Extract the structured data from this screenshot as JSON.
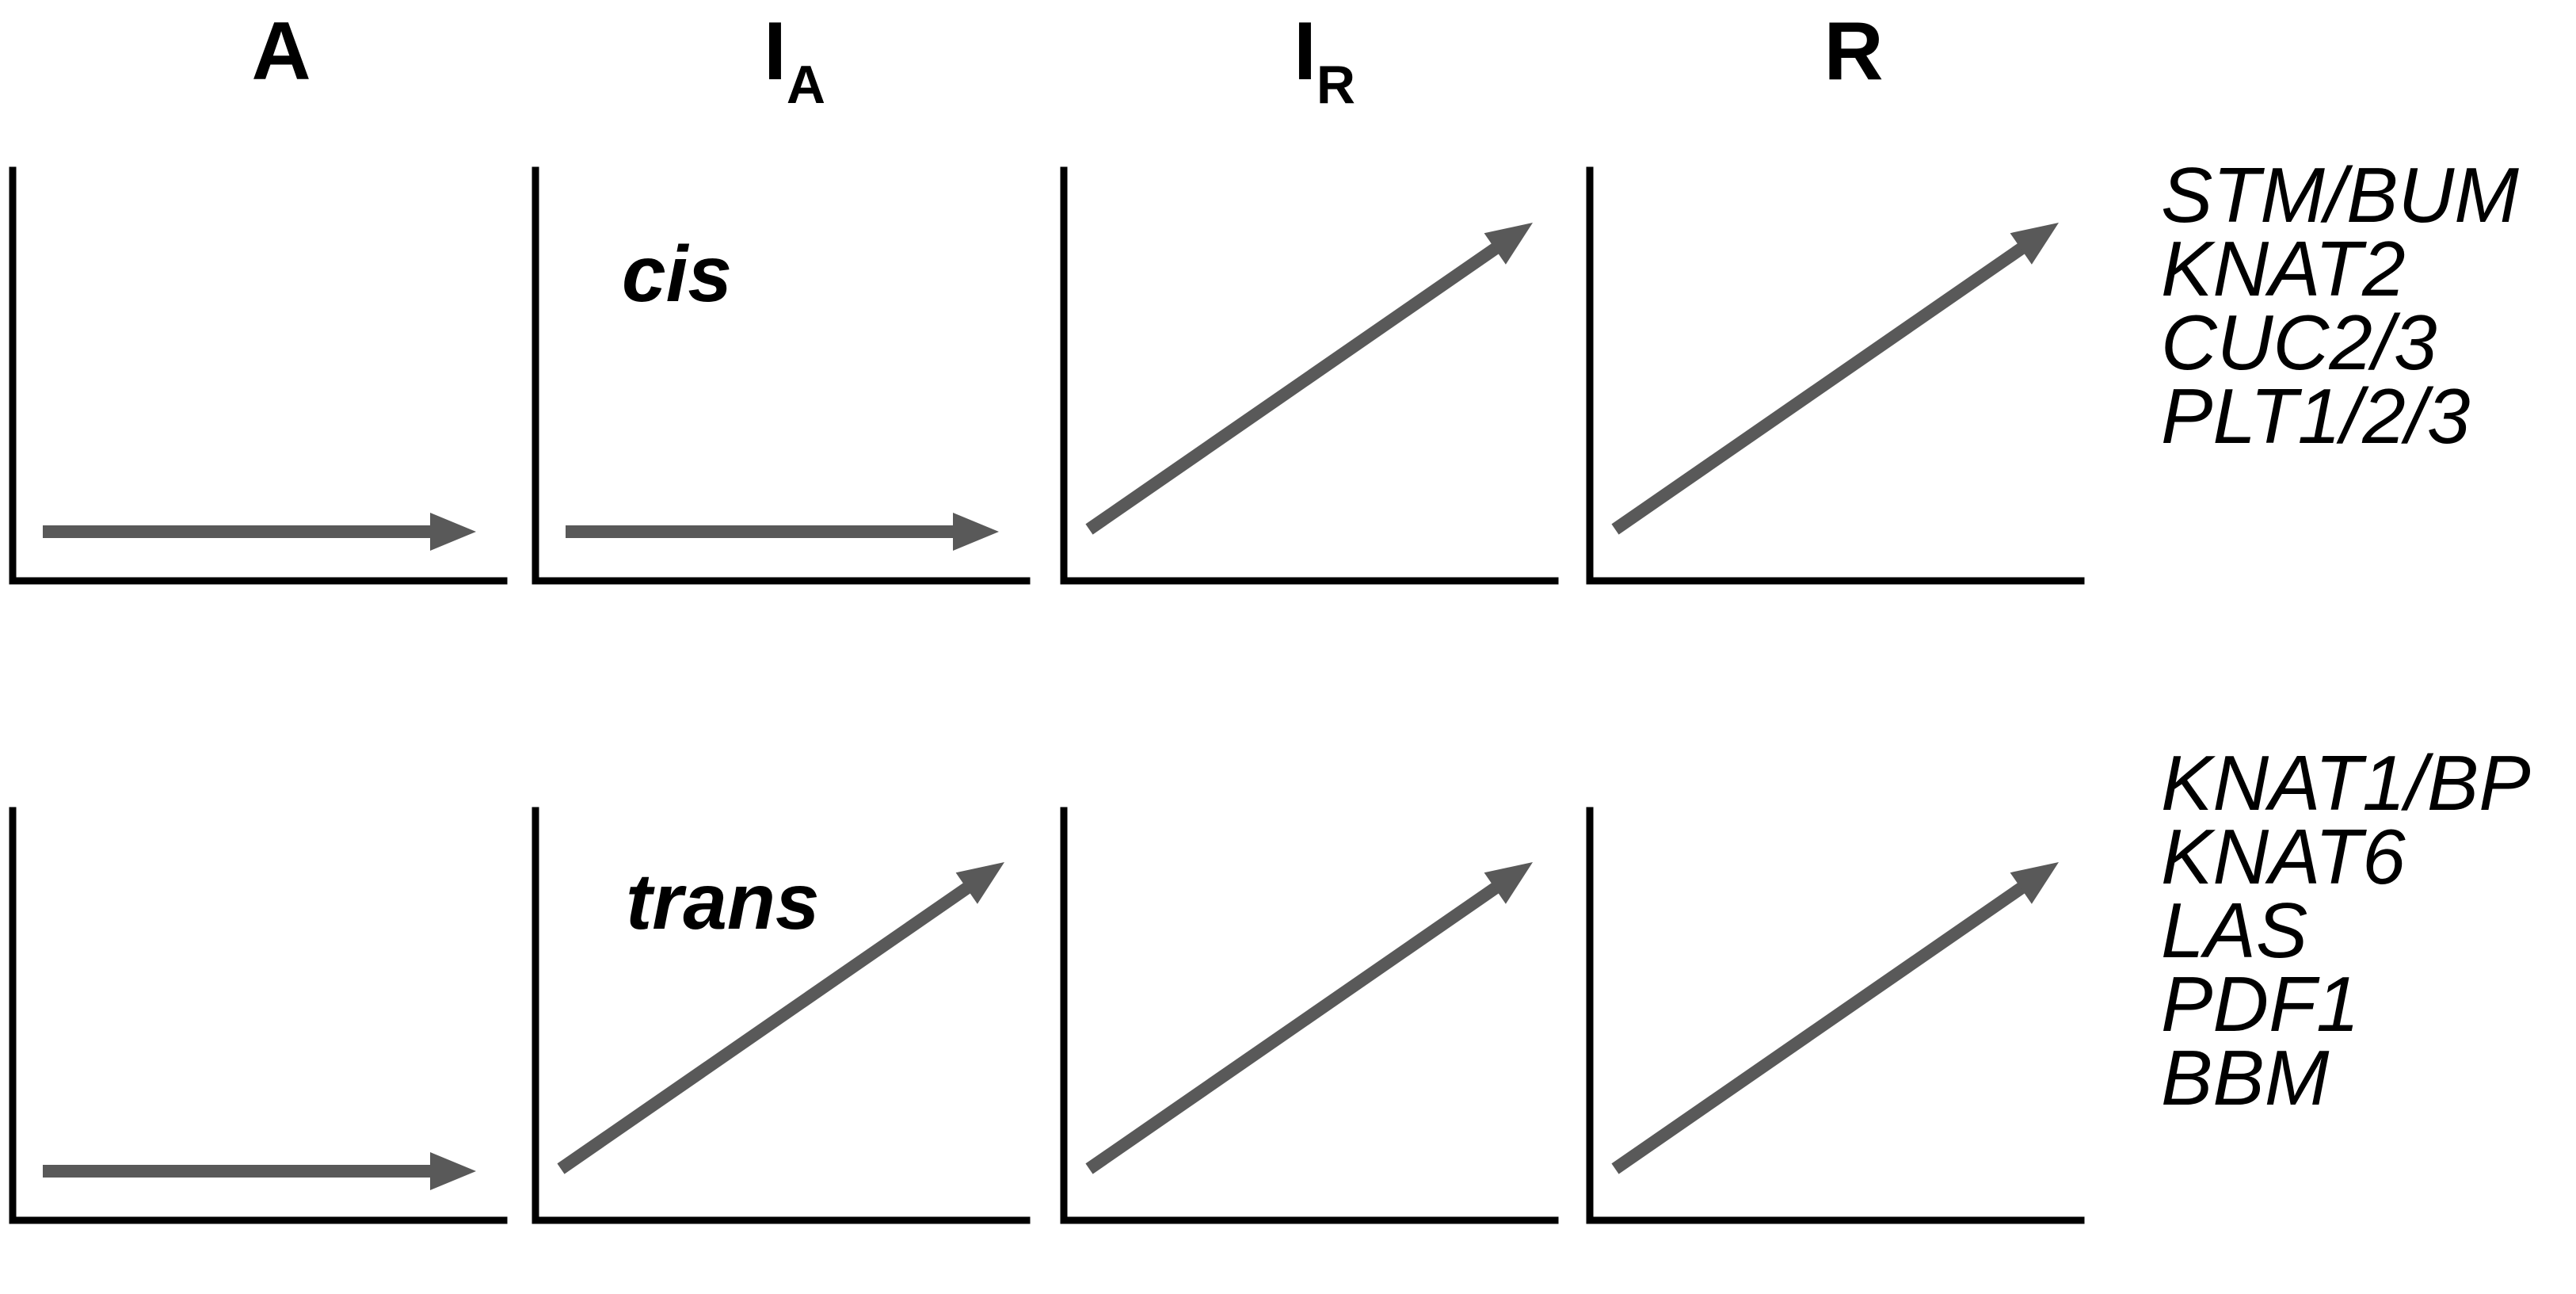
{
  "columns": [
    {
      "main": "A",
      "sub": ""
    },
    {
      "main": "I",
      "sub": "A"
    },
    {
      "main": "I",
      "sub": "R"
    },
    {
      "main": "R",
      "sub": ""
    }
  ],
  "rows": [
    {
      "mode": "cis",
      "arrows": [
        "flat",
        "flat",
        "rising",
        "rising"
      ],
      "genes": [
        "STM/BUM",
        "KNAT2",
        "CUC2/3",
        "PLT1/2/3"
      ]
    },
    {
      "mode": "trans",
      "arrows": [
        "flat",
        "rising",
        "rising",
        "rising"
      ],
      "genes": [
        "KNAT1/BP",
        "KNAT6",
        "LAS",
        "PDF1",
        "BBM"
      ]
    }
  ],
  "colors": {
    "axis": "#000000",
    "arrow": "#595959"
  }
}
